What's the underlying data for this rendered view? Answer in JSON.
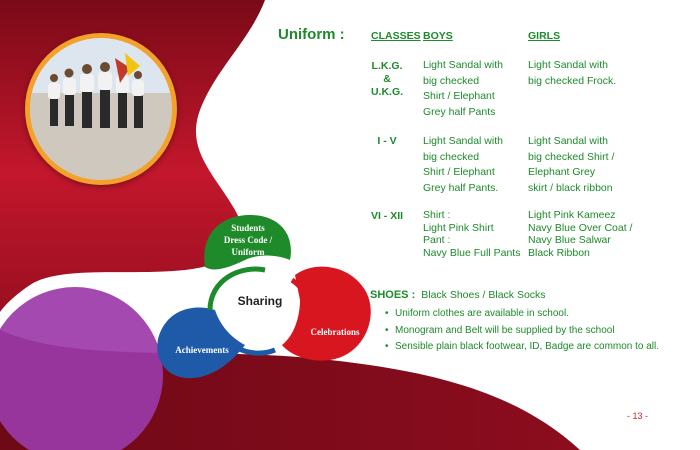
{
  "title": "Uniform :",
  "columns": {
    "classes": "CLASSES",
    "boys": "BOYS",
    "girls": "GIRLS"
  },
  "rows": [
    {
      "class_lines": [
        "L.K.G.",
        "&",
        "U.K.G."
      ],
      "boys_lines": [
        "Light Sandal with",
        "big checked",
        "Shirt / Elephant",
        "Grey half Pants"
      ],
      "girls_lines": [
        "Light Sandal with",
        "big checked Frock."
      ]
    },
    {
      "class_lines": [
        "I - V"
      ],
      "boys_lines": [
        "Light Sandal with",
        "big checked",
        "Shirt / Elephant",
        "Grey half Pants."
      ],
      "girls_lines": [
        "Light Sandal with",
        "big checked Shirt /",
        "Elephant Grey",
        "skirt / black ribbon"
      ]
    },
    {
      "class_lines": [
        "VI - XII"
      ],
      "boys_lines": [
        "Shirt :",
        "Light Pink Shirt",
        "Pant :",
        "Navy Blue Full Pants"
      ],
      "girls_lines": [
        "Light Pink Kameez",
        "Navy Blue Over Coat /",
        "Navy Blue Salwar",
        "Black Ribbon"
      ]
    }
  ],
  "shoes": {
    "label": "SHOES :",
    "value": "Black Shoes / Black Socks"
  },
  "notes": [
    "Uniform clothes are available in school.",
    "Monogram and Belt will be supplied by the school",
    "Sensible plain black footwear, ID, Badge are common to all."
  ],
  "cluster": {
    "center": "Sharing",
    "top_lines": [
      "Students",
      "Dress Code /",
      "Uniform"
    ],
    "right": "Celebrations",
    "left": "Achievements"
  },
  "page_number": "- 13 -",
  "colors": {
    "maroon": "#8c0d1e",
    "crimson": "#c3172c",
    "green": "#1d8a2c",
    "purple": "#9b3aa8",
    "orange": "#f3a12a",
    "petal_green": "#1f8a2a",
    "petal_red": "#d8161f",
    "petal_blue": "#1e5aa8"
  }
}
